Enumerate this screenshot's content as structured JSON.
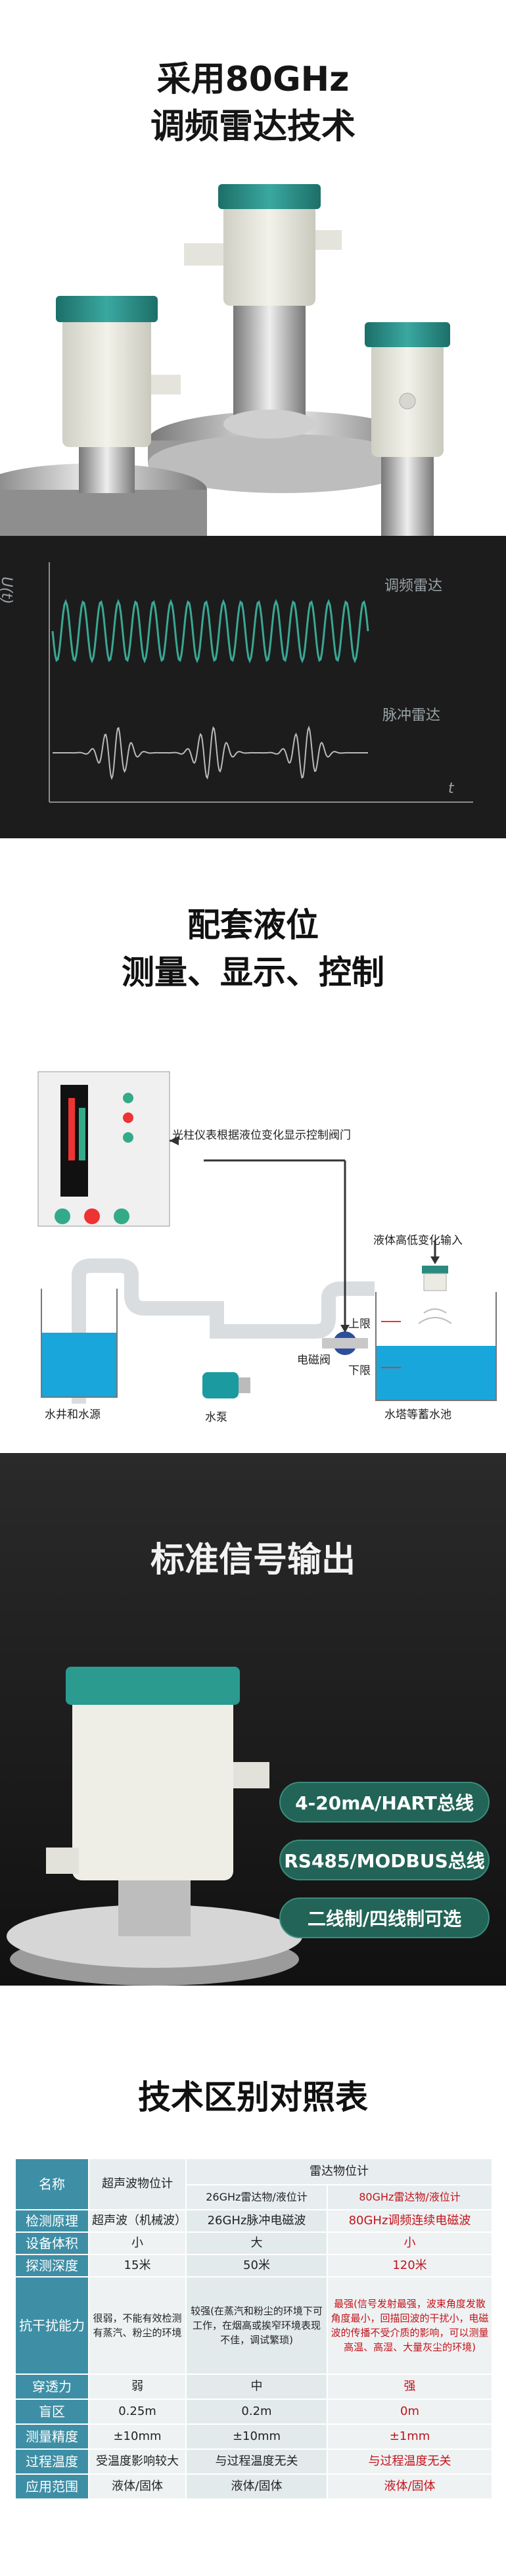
{
  "section1": {
    "title_line1": "采用80GHz",
    "title_line2": "调频雷达技术"
  },
  "waves": {
    "axis_y": "U(t)",
    "axis_x": "t",
    "fm_label": "调频雷达",
    "pulse_label": "脉冲雷达",
    "fm_color": "#3aa894"
  },
  "section3": {
    "title_line1": "配套液位",
    "title_line2": "测量、显示、控制",
    "labels": {
      "input": "液体高低变化输入",
      "control": "光柱仪表根据液位变化显示控制阀门",
      "valve": "电磁阀",
      "upper": "上限",
      "lower": "下限",
      "well": "水井和水源",
      "pump": "水泵",
      "tower": "水塔等蓄水池"
    }
  },
  "section4": {
    "title": "标准信号输出",
    "options": [
      "4-20mA/HART总线",
      "RS485/MODBUS总线",
      "二线制/四线制可选"
    ]
  },
  "section5": {
    "title": "技术区别对照表",
    "head": {
      "name": "名称",
      "ultra": "超声波物位计",
      "radar": "雷达物位计",
      "r26": "26GHz雷达物/液位计",
      "r80": "80GHz雷达物/液位计"
    },
    "rows": [
      {
        "label": "检测原理",
        "a": "超声波（机械波）",
        "b": "26GHz脉冲电磁波",
        "c": "80GHz调频连续电磁波"
      },
      {
        "label": "设备体积",
        "a": "小",
        "b": "大",
        "c": "小"
      },
      {
        "label": "探测深度",
        "a": "15米",
        "b": "50米",
        "c": "120米"
      },
      {
        "label": "抗干扰能力",
        "a": "很弱，不能有效检测有蒸汽、粉尘的环境",
        "b": "较强(在蒸汽和粉尘的环境下可工作，在烟高或挨窄环境表现不佳，调试繁琐)",
        "c": "最强(信号发射最强，波束角度发散角度最小，回描回波的干扰小，电磁波的传播不受介质的影响，可以测量高温、高湿、大量灰尘的环境)"
      },
      {
        "label": "穿透力",
        "a": "弱",
        "b": "中",
        "c": "强"
      },
      {
        "label": "盲区",
        "a": "0.25m",
        "b": "0.2m",
        "c": "0m"
      },
      {
        "label": "测量精度",
        "a": "±10mm",
        "b": "±10mm",
        "c": "±1mm"
      },
      {
        "label": "过程温度",
        "a": "受温度影响较大",
        "b": "与过程温度无关",
        "c": "与过程温度无关"
      },
      {
        "label": "应用范围",
        "a": "液体/固体",
        "b": "液体/固体",
        "c": "液体/固体"
      }
    ]
  }
}
